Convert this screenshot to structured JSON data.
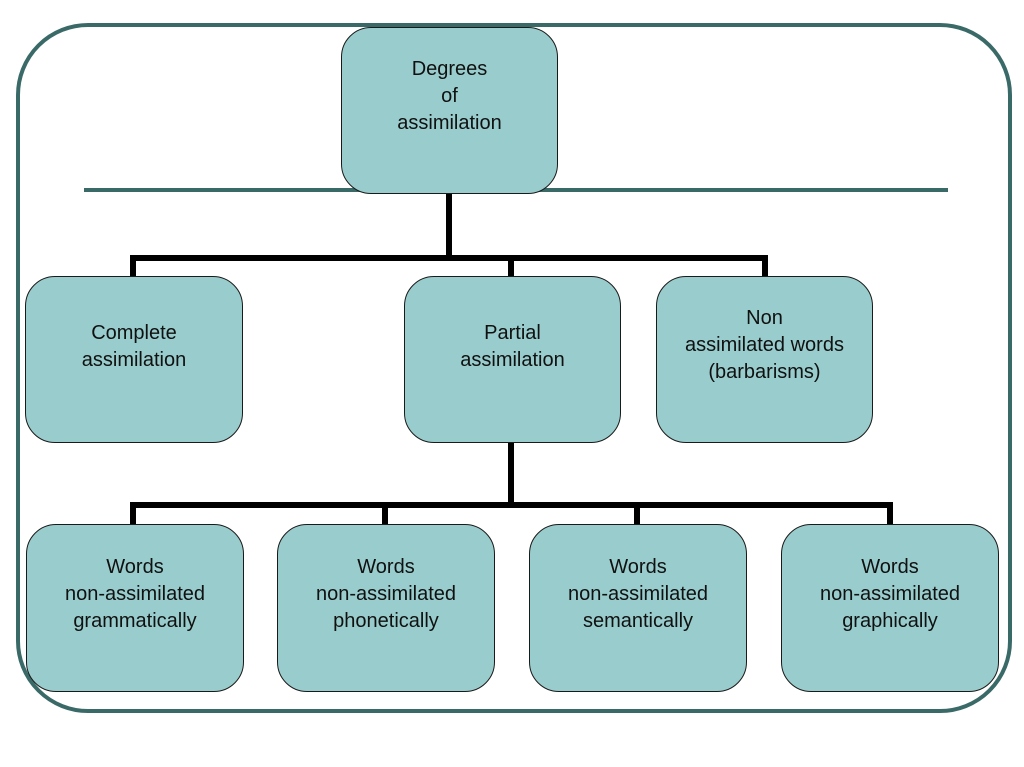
{
  "diagram": {
    "title": "Degrees of assimilation",
    "colors": {
      "node_fill": "#99cccc",
      "node_border": "#1a1a1a",
      "frame": "#3a6a68",
      "connector": "#000000",
      "rule": "#3a6a68"
    },
    "root": {
      "id": "degrees",
      "lines": [
        "Degrees",
        "of",
        "assimilation"
      ]
    },
    "level1": [
      {
        "id": "complete",
        "lines": [
          "Complete",
          "assimilation"
        ]
      },
      {
        "id": "partial",
        "lines": [
          "Partial",
          "assimilation"
        ]
      },
      {
        "id": "non-assimilated",
        "lines": [
          "Non",
          "assimilated words",
          "(barbarisms)"
        ]
      }
    ],
    "level2_parent": "partial",
    "level2": [
      {
        "id": "grammatically",
        "lines": [
          "Words",
          "non-assimilated",
          "grammatically"
        ]
      },
      {
        "id": "phonetically",
        "lines": [
          "Words",
          "non-assimilated",
          "phonetically"
        ]
      },
      {
        "id": "semantically",
        "lines": [
          "Words",
          "non-assimilated",
          "semantically"
        ]
      },
      {
        "id": "graphically",
        "lines": [
          "Words",
          "non-assimilated",
          "graphically"
        ]
      }
    ]
  }
}
